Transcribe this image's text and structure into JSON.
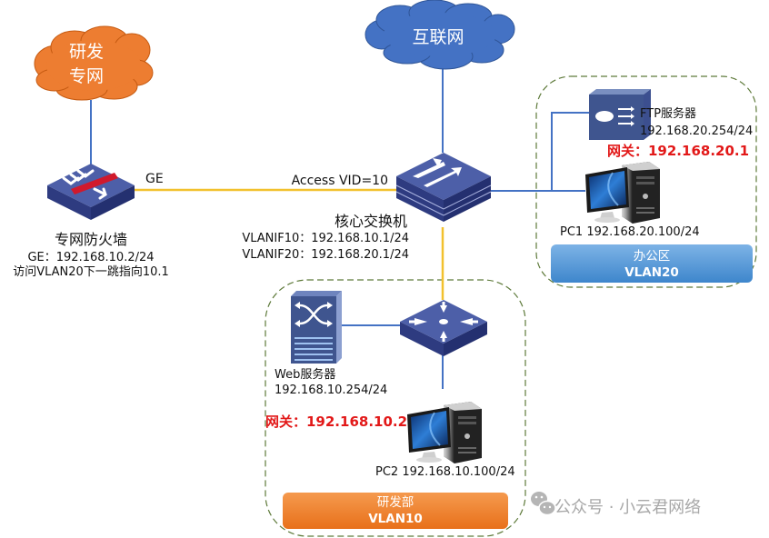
{
  "clouds": {
    "rd_private_net": {
      "line1": "研发",
      "line2": "专网",
      "color": "#ED7D31"
    },
    "internet": {
      "label": "互联网",
      "color": "#4472C4"
    }
  },
  "firewall": {
    "name": "专网防火墙",
    "ge_ip": "GE：192.168.10.2/24",
    "route_note": "访问VLAN20下一跳指向10.1",
    "port_label": "GE"
  },
  "core_switch": {
    "name": "核心交换机",
    "port_label": "Access VID=10",
    "vlanif10": "VLANIF10：192.168.10.1/24",
    "vlanif20": "VLANIF20：192.168.20.1/24"
  },
  "office_zone": {
    "name": "办公区",
    "vlan": "VLAN20",
    "color": "#5B9BD5",
    "ftp_server": {
      "name": "FTP服务器",
      "ip": "192.168.20.254/24"
    },
    "gateway": "网关：192.168.20.1",
    "pc": "PC1 192.168.20.100/24"
  },
  "rd_zone": {
    "name": "研发部",
    "vlan": "VLAN10",
    "color": "#ED7D31",
    "web_server": {
      "name": "Web服务器",
      "ip": "192.168.10.254/24"
    },
    "gateway": "网关：192.168.10.2",
    "pc": "PC2 192.168.10.100/24"
  },
  "links": {
    "trunk_color": "#F2C12E",
    "lan_color": "#4472C4"
  },
  "watermark": {
    "text": "公众号 · 小云君网络",
    "icon": "wechat-icon"
  }
}
